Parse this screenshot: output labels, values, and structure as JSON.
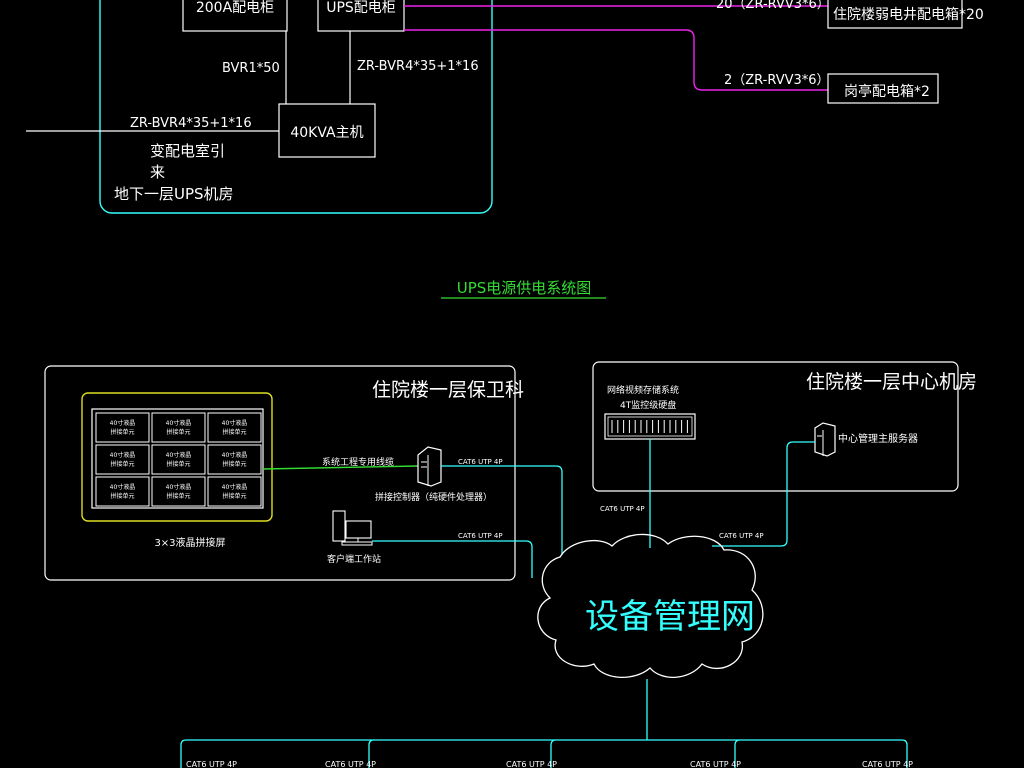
{
  "ups_section": {
    "panel_200a": "200A配电柜",
    "panel_ups": "UPS配电柜",
    "cable_bvr": "BVR1*50",
    "cable_zr_right": "ZR-BVR4*35+1*16",
    "cable_zr_left": "ZR-BVR4*35+1*16",
    "host": "40KVA主机",
    "source_line1": "变配电室引",
    "source_line2": "来",
    "room_label": "地下一层UPS机房",
    "cable_20": "20（ZR-RVV3*6）",
    "cable_2": "2（ZR-RVV3*6）",
    "box_weak": "住院楼弱电井配电箱*20",
    "box_post": "岗亭配电箱*2",
    "title": "UPS电源供电系统图"
  },
  "network_section": {
    "security_room": "住院楼一层保卫科",
    "screen_cells": [
      "40寸液晶\n拼接单元",
      "40寸液晶\n拼接单元",
      "40寸液晶\n拼接单元",
      "40寸液晶\n拼接单元",
      "40寸液晶\n拼接单元",
      "40寸液晶\n拼接单元",
      "40寸液晶\n拼接单元",
      "40寸液晶\n拼接单元",
      "40寸液晶\n拼接单元"
    ],
    "video_wall": "3×3液晶拼接屏",
    "dedicated_line": "系统工程专用线缆",
    "splice_controller": "拼接控制器（纯硬件处理器）",
    "client_workstation": "客户端工作站",
    "cable_cat6_1": "CAT6 UTP 4P",
    "cable_cat6_2": "CAT6 UTP 4P",
    "cable_cat6_3": "CAT6 UTP 4P",
    "cable_cat6_4": "CAT6 UTP 4P",
    "center_room": "住院楼一层中心机房",
    "storage_line1": "网络视频存储系统",
    "storage_line2": "4T监控级硬盘",
    "mgmt_server": "中心管理主服务器",
    "network_cloud": "设备管理网",
    "bottom_cables": [
      "CAT6 UTP 4P",
      "CAT6 UTP 4P",
      "CAT6 UTP 4P",
      "CAT6 UTP 4P",
      "CAT6 UTP 4P"
    ]
  },
  "colors": {
    "background": "#000000",
    "line_white": "#ffffff",
    "line_cyan": "#33ffff",
    "line_green": "#33dd33",
    "line_magenta": "#ee22ee",
    "frame_yellow": "#dddd22"
  }
}
